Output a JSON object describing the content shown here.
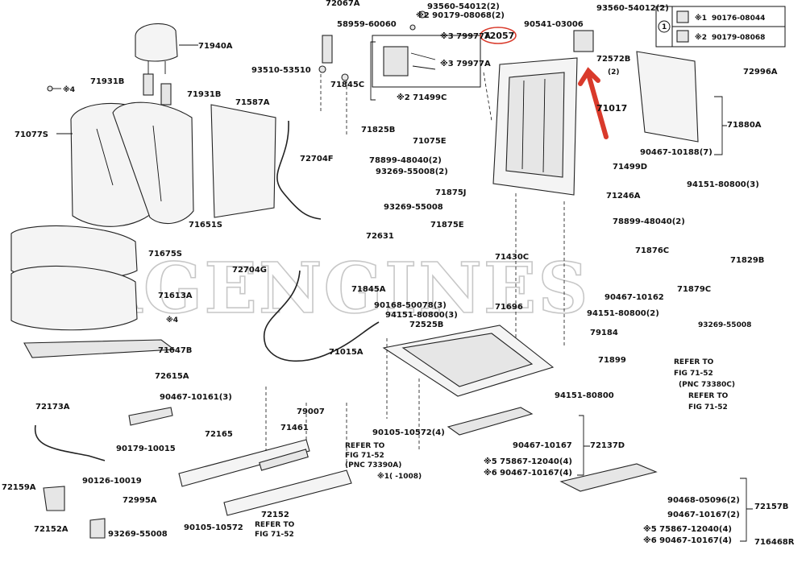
{
  "watermark": "MAGENGINES",
  "figure_id": "716468R",
  "legend": {
    "circle_label": "1",
    "rows": [
      {
        "mark": "※1",
        "code": "90176-08044"
      },
      {
        "mark": "※2",
        "code": "90179-08068"
      }
    ]
  },
  "highlight": {
    "part": "72057",
    "color": "#d93a2b"
  },
  "labels": {
    "p72067A": "72067A",
    "p93560_54012_a": "93560-54012(2)",
    "p290179": "※2 90179-08068(2)",
    "p93560_54012_b": "93560-54012(2)",
    "p58959": "58959-60060",
    "p72057": "72057",
    "p90541": "90541-03006",
    "p71940A": "71940A",
    "p79977A_1": "※3 79977A",
    "p79977A_2": "※3 79977A",
    "p72572B": "72572B",
    "p72572B_qty": "(2)",
    "p93510": "93510-53510",
    "p71845C": "71845C",
    "p72996A": "72996A",
    "p71931B_1": "71931B",
    "p4_a": "※4",
    "p71931B_2": "71931B",
    "p71499C": "※2 71499C",
    "p71587A": "71587A",
    "p71017": "71017",
    "p71077S": "71077S",
    "p71825B": "71825B",
    "p71880A": "71880A",
    "p71075E": "71075E",
    "p90467_10188": "90467-10188(7)",
    "p72704F": "72704F",
    "p78899_a": "78899-48040(2)",
    "p93269_a": "93269-55008(2)",
    "p71499D": "71499D",
    "p94151_80800_3a": "94151-80800(3)",
    "p71875J": "71875J",
    "p71246A": "71246A",
    "p93269_b": "93269-55008",
    "p71651S": "71651S",
    "p71875E": "71875E",
    "p78899_b": "78899-48040(2)",
    "p72631": "72631",
    "p71675S": "71675S",
    "p71430C": "71430C",
    "p71876C": "71876C",
    "p71829B": "71829B",
    "p72704G": "72704G",
    "p71845A": "71845A",
    "p71613A": "71613A",
    "p71879C": "71879C",
    "p90467_10162": "90467-10162",
    "p90168": "90168-50078(3)",
    "p94151_80800_3b": "94151-80800(3)",
    "p71696": "71696",
    "p94151_80800_2": "94151-80800(2)",
    "p93269_c": "93269-55008",
    "p4_b": "※4",
    "p72525B": "72525B",
    "p79184": "79184",
    "p71647B": "71647B",
    "p71015A": "71015A",
    "p71899": "71899",
    "p72615A": "72615A",
    "p90467_10161": "90467-10161(3)",
    "p94151_80800": "94151-80800",
    "p72173A": "72173A",
    "p79007": "79007",
    "p90105_10572_4": "90105-10572(4)",
    "p72165": "72165",
    "p71461": "71461",
    "p90467_10167_a": "90467-10167",
    "p72137D": "72137D",
    "p90179_10015": "90179-10015",
    "p75867_a": "※5 75867-12040(4)",
    "p690467_a": "※6 90467-10167(4)",
    "p72159A": "72159A",
    "p90126": "90126-10019",
    "p1_1008": "※1(    -1008)",
    "p72995A": "72995A",
    "p90468": "90468-05096(2)",
    "p72152": "72152",
    "p90467_10167_b": "90467-10167(2)",
    "p72157B": "72157B",
    "p72152A": "72152A",
    "p93269_d": "93269-55008",
    "p90105_10572": "90105-10572",
    "p75867_b": "※5 75867-12040(4)",
    "p690467_b": "※6 90467-10167(4)"
  },
  "references": {
    "r1": [
      "REFER TO",
      "FIG 71-52",
      "(PNC 73380C)"
    ],
    "r2": [
      "REFER TO",
      "FIG 71-52"
    ],
    "r3": [
      "REFER TO",
      "FIG 71-52",
      "(PNC 73390A)"
    ],
    "r4": [
      "REFER TO",
      "FIG 71-52"
    ]
  }
}
